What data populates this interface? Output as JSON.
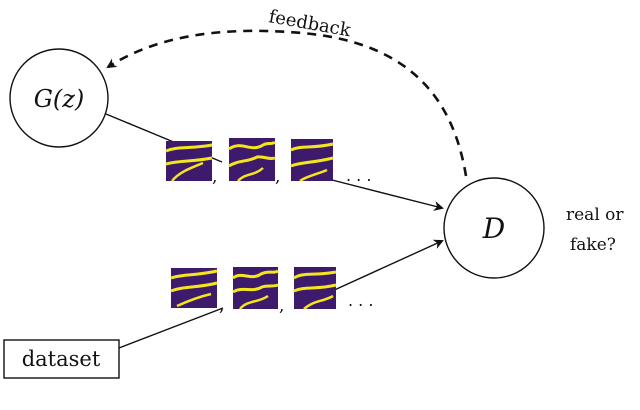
{
  "nodes": {
    "generator_label": "G(z)",
    "discriminator_label": "D",
    "dataset_label": "dataset"
  },
  "edges": {
    "feedback_label": "feedback"
  },
  "output": {
    "line1": "real or",
    "line2": "fake?"
  },
  "samples": {
    "separator": ",",
    "ellipsis": ". . ."
  },
  "colors": {
    "sample_background": "#3d1a6b",
    "sample_lines": "#f4e61c",
    "stroke": "#111111"
  }
}
